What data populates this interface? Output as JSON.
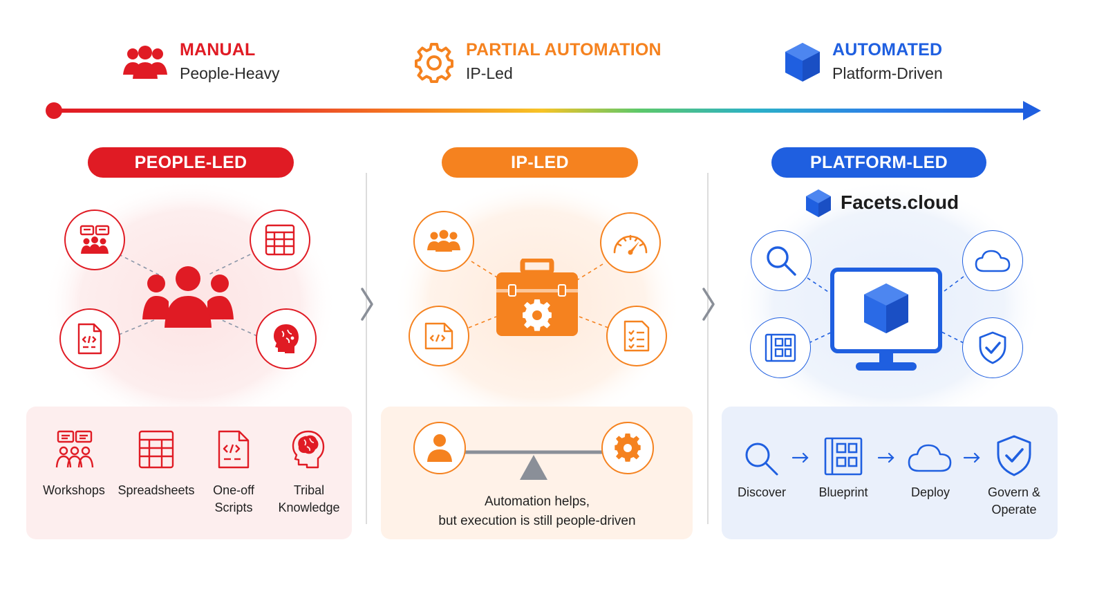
{
  "stages": [
    {
      "title": "MANUAL",
      "subtitle": "People-Heavy",
      "color": "#e01b24",
      "icon": "people-icon"
    },
    {
      "title": "PARTIAL AUTOMATION",
      "subtitle": "IP-Led",
      "color": "#f5821f",
      "icon": "gear-icon"
    },
    {
      "title": "AUTOMATED",
      "subtitle": "Platform-Driven",
      "color": "#1f5fe0",
      "icon": "cube-icon"
    }
  ],
  "columns": {
    "people": {
      "pill": "PEOPLE-LED",
      "color": "#e01b24",
      "items": [
        {
          "label": "Workshops",
          "icon": "workshop-icon"
        },
        {
          "label": "Spreadsheets",
          "icon": "spreadsheet-icon"
        },
        {
          "label": "One-off\nScripts",
          "icon": "script-file-icon"
        },
        {
          "label": "Tribal\nKnowledge",
          "icon": "brain-icon"
        }
      ]
    },
    "ip": {
      "pill": "IP-LED",
      "color": "#f5821f",
      "caption_line1": "Automation helps,",
      "caption_line2": "but execution is still people-driven"
    },
    "platform": {
      "pill": "PLATFORM-LED",
      "color": "#1f5fe0",
      "brand": "Facets.cloud",
      "steps": [
        {
          "label": "Discover",
          "icon": "search-icon"
        },
        {
          "label": "Blueprint",
          "icon": "blueprint-icon"
        },
        {
          "label": "Deploy",
          "icon": "cloud-icon"
        },
        {
          "label": "Govern &\nOperate",
          "icon": "shield-check-icon"
        }
      ]
    }
  }
}
